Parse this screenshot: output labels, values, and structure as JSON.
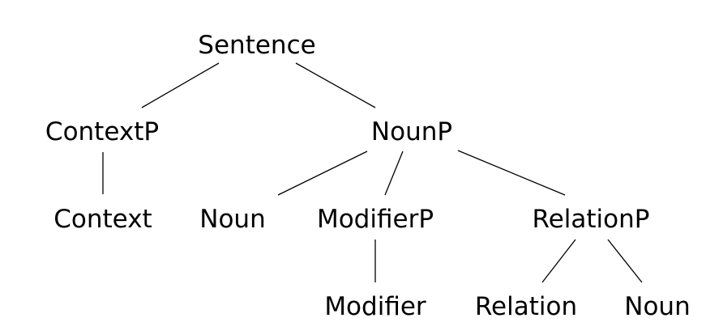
{
  "tree": {
    "root": "Sentence",
    "level1": {
      "context_phrase": "ContextP",
      "noun_phrase": "NounP"
    },
    "level2": {
      "context": "Context",
      "noun": "Noun",
      "modifier_phrase": "ModifierP",
      "relation_phrase": "RelationP"
    },
    "level3": {
      "modifier": "Modifier",
      "relation": "Relation",
      "noun": "Noun"
    }
  }
}
